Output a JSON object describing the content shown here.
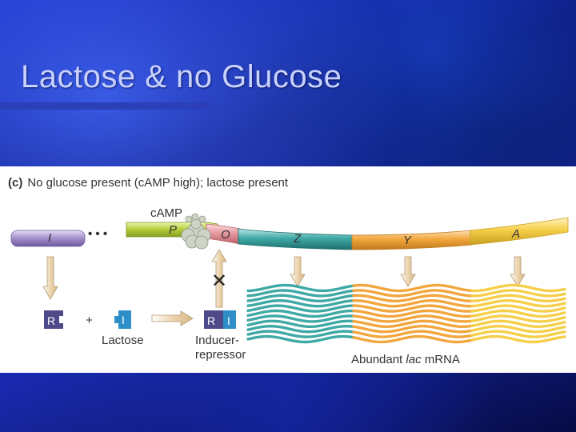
{
  "slide": {
    "title": "Lactose & no Glucose",
    "colors": {
      "title_text": "#c8d2ff",
      "rule": "#2a3fb8",
      "background": "#0c1478"
    }
  },
  "figure": {
    "caption_prefix": "(c)",
    "caption": "No glucose present (cAMP high); lactose present",
    "camp_label": "cAMP",
    "dots": "• • •",
    "genes": {
      "i": "I",
      "p": "P",
      "o": "O",
      "z": "Z",
      "y": "Y",
      "a": "A"
    },
    "blocked_mark": "✕",
    "repressor_symbol": "R",
    "plus": "+",
    "inducer_symbol": "I",
    "lactose_label": "Lactose",
    "complex_repressor_symbol": "R",
    "complex_inducer_symbol": "I",
    "inducer_repressor_label_1": "Inducer-",
    "inducer_repressor_label_2": "repressor",
    "mrna_label_prefix": "Abundant ",
    "mrna_label_italic": "lac",
    "mrna_label_suffix": " mRNA",
    "colors": {
      "i_gene": "#9b87c4",
      "promoter": "#b5cf3a",
      "operator": "#e79aa0",
      "z_gene": "#3fa9a6",
      "y_gene": "#f2a63e",
      "a_gene": "#f6cf4a",
      "camp": "#c9cfc0",
      "protein": "#4f4a8a",
      "inducer": "#2e8fc8",
      "arrow": "#e9cfa6"
    }
  }
}
